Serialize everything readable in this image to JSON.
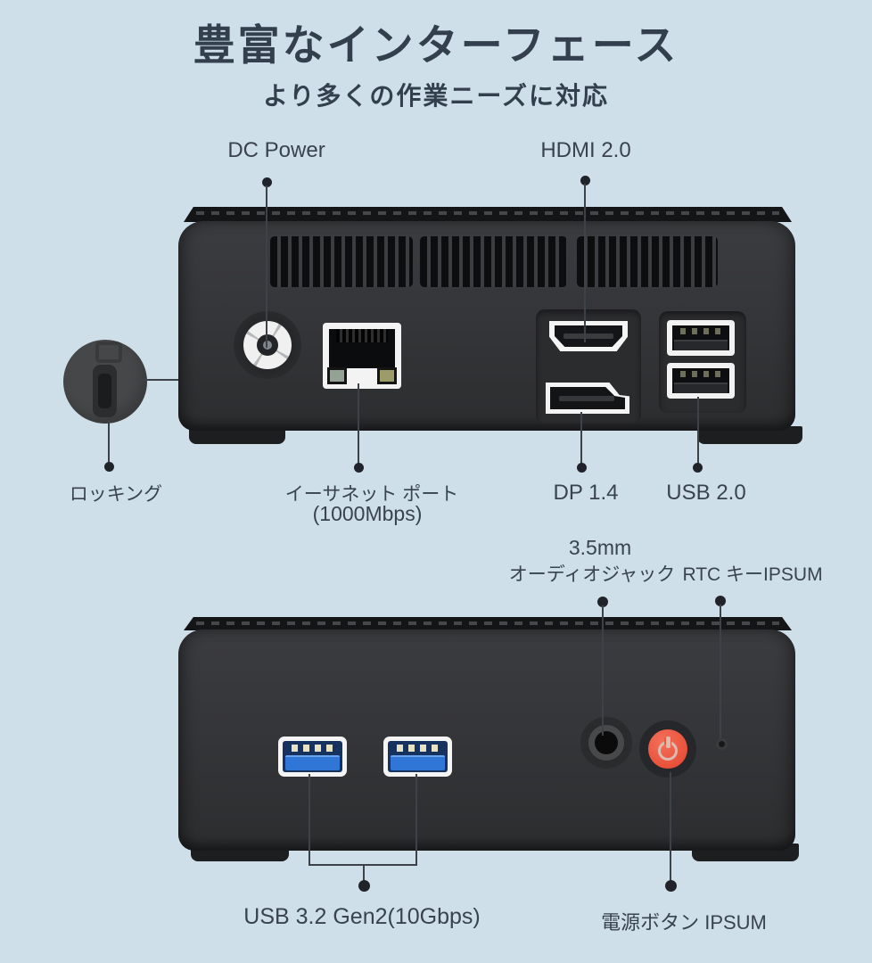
{
  "header": {
    "title": "豊富なインターフェース",
    "subtitle": "より多くの作業ニーズに対応"
  },
  "colors": {
    "background": "#cfdfea",
    "heading_text": "#333f4c",
    "label_text": "#39434e",
    "device_body": "#333538",
    "port_frame_white": "#f3f3f3",
    "usb3_blue": "#2f76d6",
    "power_button_red": "#e74e36",
    "callout_line": "#3c4248"
  },
  "rear_view": {
    "labels": {
      "dc_power": "DC Power",
      "hdmi": "HDMI 2.0",
      "locking": "ロッキング",
      "ethernet_line1": "イーサネット ポート",
      "ethernet_line2": "(1000Mbps)",
      "dp": "DP 1.4",
      "usb2": "USB 2.0"
    },
    "ports": [
      "kensington-lock-slot",
      "dc-power-jack",
      "ethernet-rj45",
      "hdmi-port",
      "displayport",
      "usb2-port-upper",
      "usb2-port-lower"
    ]
  },
  "front_view": {
    "labels": {
      "audio_line1": "3.5mm",
      "audio_line2": "オーディオジャック",
      "rtc": "RTC キーIPSUM",
      "usb3": "USB 3.2 Gen2(10Gbps)",
      "power": "電源ボタン IPSUM"
    },
    "ports": [
      "usb3-port-left",
      "usb3-port-right",
      "audio-jack",
      "power-button",
      "rtc-pinhole"
    ]
  }
}
